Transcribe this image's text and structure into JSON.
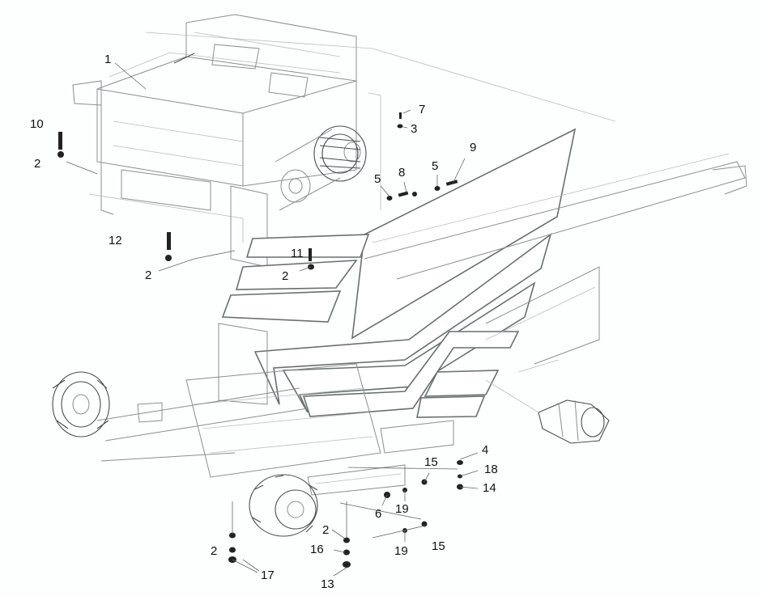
{
  "diagram": {
    "callouts": [
      {
        "id": "c1",
        "text": "1"
      },
      {
        "id": "c10",
        "text": "10"
      },
      {
        "id": "c2a",
        "text": "2"
      },
      {
        "id": "c12",
        "text": "12"
      },
      {
        "id": "c2b",
        "text": "2"
      },
      {
        "id": "c11",
        "text": "11"
      },
      {
        "id": "c2c",
        "text": "2"
      },
      {
        "id": "c7",
        "text": "7"
      },
      {
        "id": "c3",
        "text": "3"
      },
      {
        "id": "c9",
        "text": "9"
      },
      {
        "id": "c5a",
        "text": "5"
      },
      {
        "id": "c8",
        "text": "8"
      },
      {
        "id": "c5b",
        "text": "5"
      },
      {
        "id": "c4",
        "text": "4"
      },
      {
        "id": "c18",
        "text": "18"
      },
      {
        "id": "c14",
        "text": "14"
      },
      {
        "id": "c15a",
        "text": "15"
      },
      {
        "id": "c6",
        "text": "6"
      },
      {
        "id": "c19a",
        "text": "19"
      },
      {
        "id": "c2d",
        "text": "2"
      },
      {
        "id": "c16",
        "text": "16"
      },
      {
        "id": "c19b",
        "text": "19"
      },
      {
        "id": "c15b",
        "text": "15"
      },
      {
        "id": "c2e",
        "text": "2"
      },
      {
        "id": "c17",
        "text": "17"
      },
      {
        "id": "c13",
        "text": "13"
      }
    ]
  }
}
